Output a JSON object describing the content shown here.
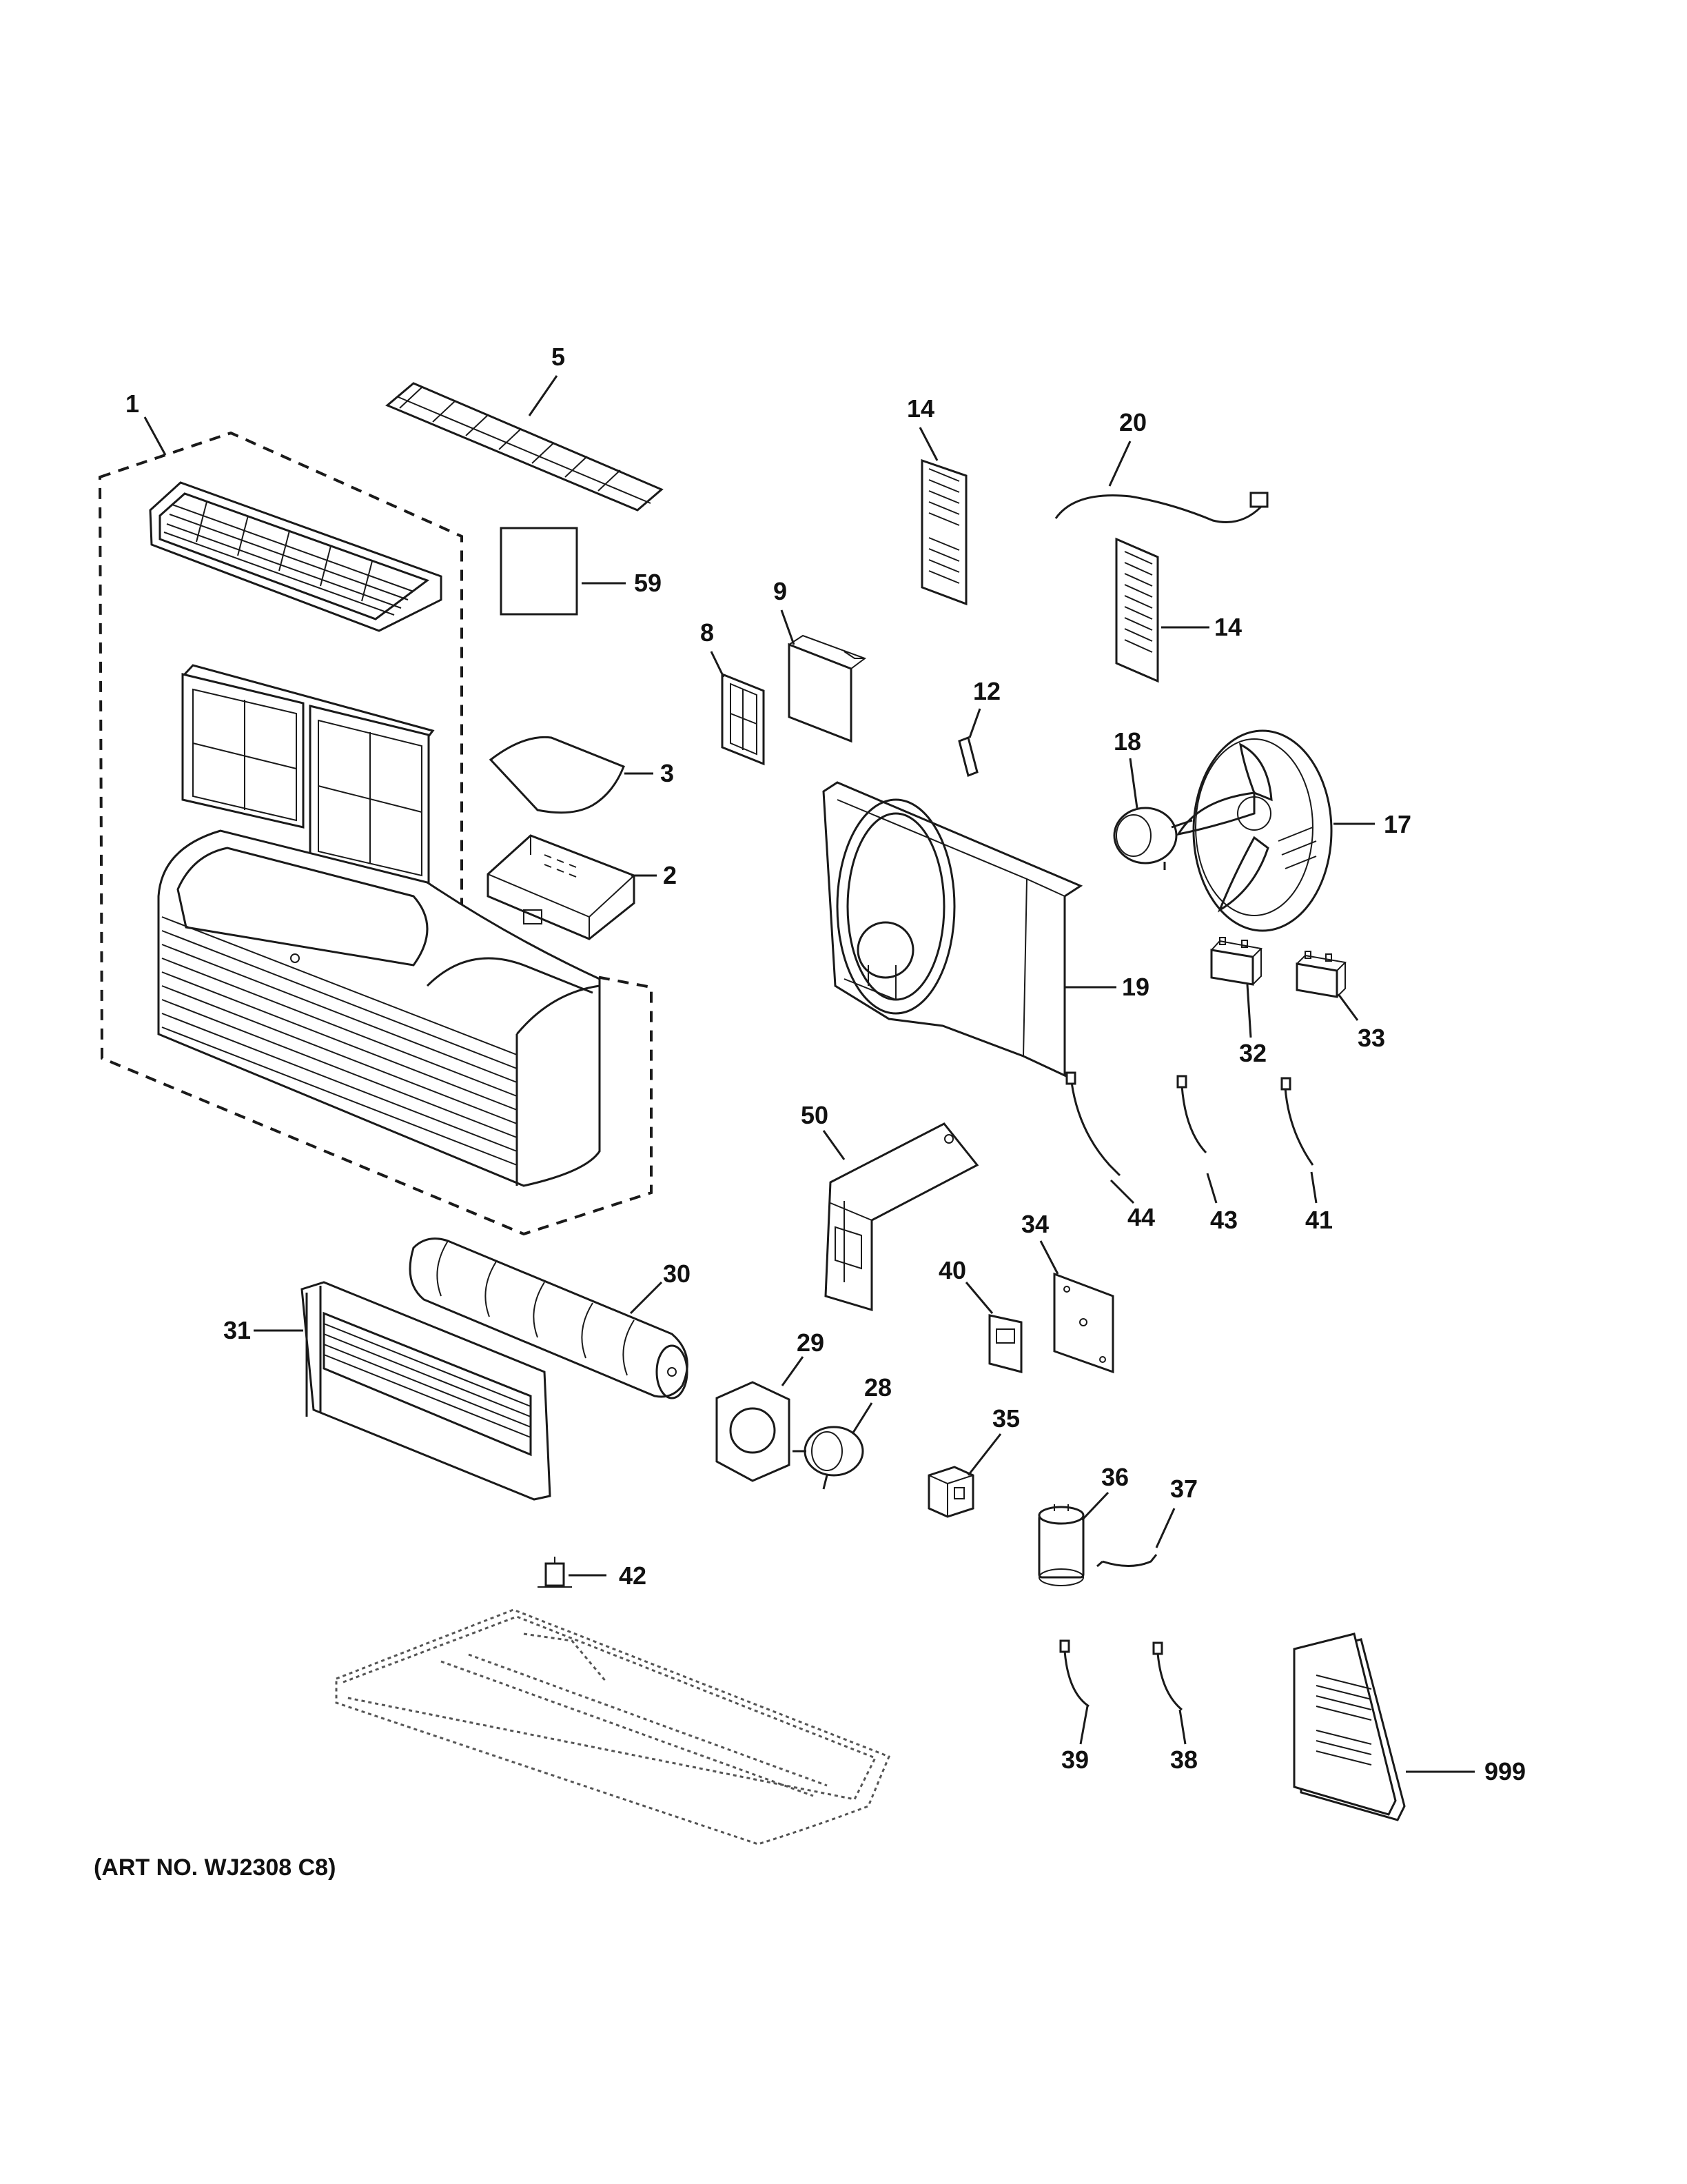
{
  "parts": [
    {
      "id": "p1",
      "label": "1"
    },
    {
      "id": "p2",
      "label": "2"
    },
    {
      "id": "p3",
      "label": "3"
    },
    {
      "id": "p5",
      "label": "5"
    },
    {
      "id": "p8",
      "label": "8"
    },
    {
      "id": "p9",
      "label": "9"
    },
    {
      "id": "p12",
      "label": "12"
    },
    {
      "id": "p14a",
      "label": "14"
    },
    {
      "id": "p14b",
      "label": "14"
    },
    {
      "id": "p17",
      "label": "17"
    },
    {
      "id": "p18",
      "label": "18"
    },
    {
      "id": "p19",
      "label": "19"
    },
    {
      "id": "p20",
      "label": "20"
    },
    {
      "id": "p28",
      "label": "28"
    },
    {
      "id": "p29",
      "label": "29"
    },
    {
      "id": "p30",
      "label": "30"
    },
    {
      "id": "p31",
      "label": "31"
    },
    {
      "id": "p32",
      "label": "32"
    },
    {
      "id": "p33",
      "label": "33"
    },
    {
      "id": "p34",
      "label": "34"
    },
    {
      "id": "p35",
      "label": "35"
    },
    {
      "id": "p36",
      "label": "36"
    },
    {
      "id": "p37",
      "label": "37"
    },
    {
      "id": "p38",
      "label": "38"
    },
    {
      "id": "p39",
      "label": "39"
    },
    {
      "id": "p40",
      "label": "40"
    },
    {
      "id": "p41",
      "label": "41"
    },
    {
      "id": "p42",
      "label": "42"
    },
    {
      "id": "p43",
      "label": "43"
    },
    {
      "id": "p44",
      "label": "44"
    },
    {
      "id": "p50",
      "label": "50"
    },
    {
      "id": "p59",
      "label": "59"
    },
    {
      "id": "p999",
      "label": "999"
    }
  ],
  "caption": "(ART NO. WJ2308 C8)"
}
